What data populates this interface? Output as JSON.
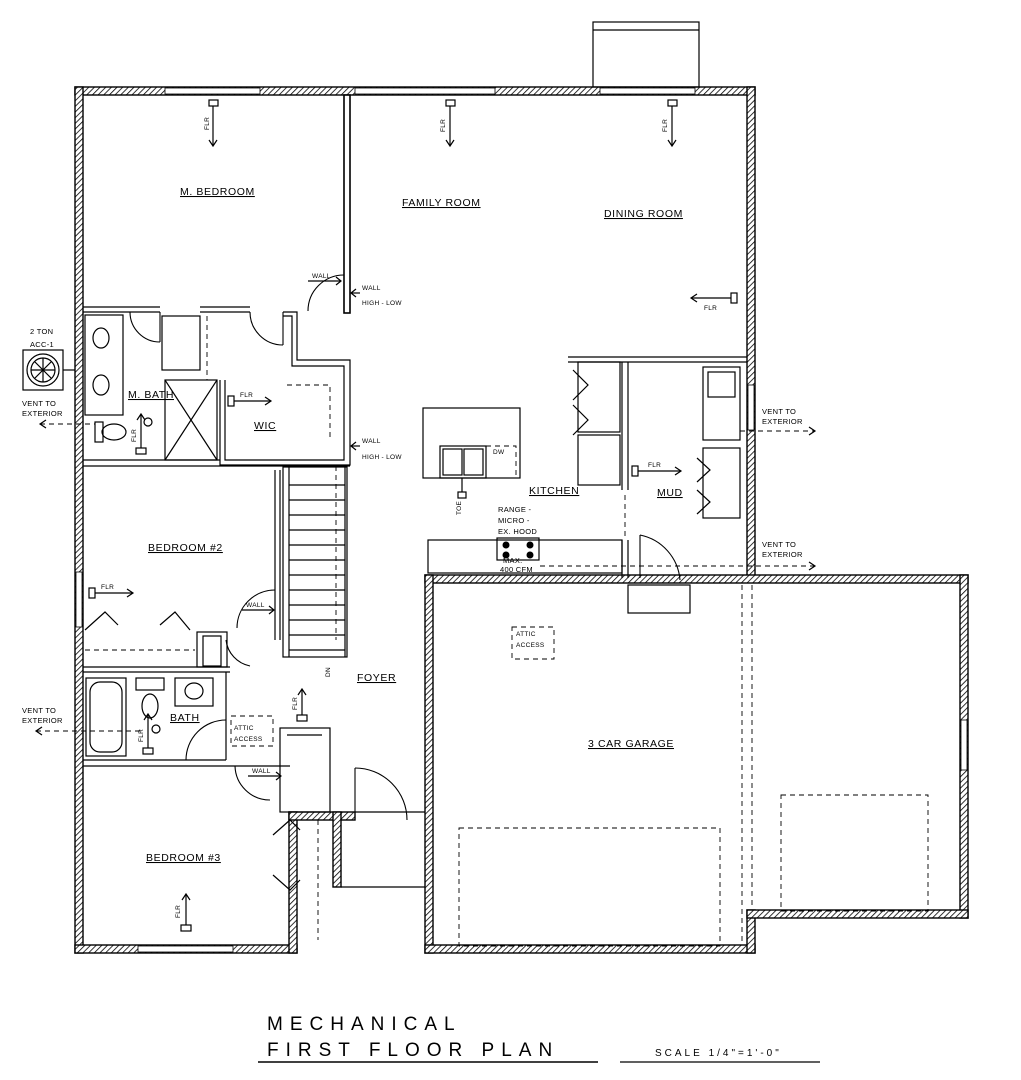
{
  "rooms": {
    "m_bedroom": "M. BEDROOM",
    "family_room": "FAMILY ROOM",
    "dining_room": "DINING ROOM",
    "m_bath": "M. BATH",
    "wic": "WIC",
    "kitchen": "KITCHEN",
    "mud": "MUD",
    "bedroom2": "BEDROOM #2",
    "bath": "BATH",
    "foyer": "FOYER",
    "bedroom3": "BEDROOM #3",
    "garage": "3 CAR GARAGE"
  },
  "notes": {
    "flr": "FLR",
    "wall": "WALL",
    "high_low": "HIGH - LOW",
    "vent_to": "VENT TO",
    "exterior": "EXTERIOR",
    "ac_tons": "2 TON",
    "ac_unit": "ACC-1",
    "dw": "DW",
    "toe": "TOE",
    "range": "RANGE -",
    "micro": "MICRO -",
    "hood": "EX. HOOD",
    "max": "MAX.",
    "cfm": "400 CFM",
    "attic": "ATTIC",
    "access": "ACCESS",
    "dn": "DN"
  },
  "title": {
    "line1": "MECHANICAL",
    "line2": "FIRST FLOOR PLAN",
    "scale": "SCALE 1/4\"=1'-0\""
  }
}
